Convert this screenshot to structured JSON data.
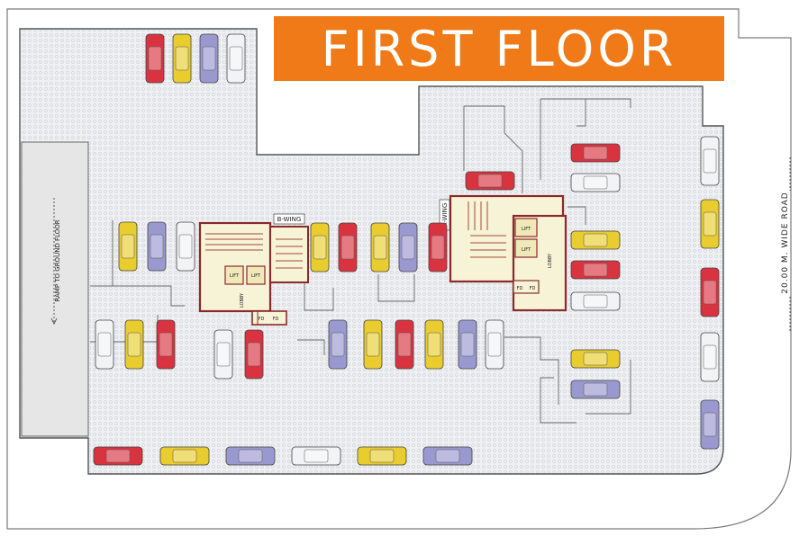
{
  "title": "FIRST FLOOR",
  "labels": {
    "ramp": "RAMP TO GROUND FLOOR",
    "road": "20.00 M. WIDE ROAD",
    "wing_b": "B-WING",
    "wing_a": "A-WING",
    "lift": "LIFT",
    "lobby": "LOBBY",
    "fd": "FD"
  },
  "colors": {
    "banner": "#ef7a17",
    "floor_fill": "#e9ecef",
    "outline": "#555555",
    "core_fill": "#f7f3d6",
    "core_wall": "#8a2a2a",
    "car_red": "#d93340",
    "car_yellow": "#e9cc2e",
    "car_blue": "#9a99cf",
    "car_white": "#f1f3f4"
  },
  "cars": {
    "top_left": [
      "red",
      "yellow",
      "blue",
      "white"
    ],
    "left_row": [
      "yellow",
      "blue",
      "white"
    ],
    "center_top_row": [
      "yellow",
      "red",
      "yellow",
      "blue",
      "red"
    ],
    "mid_center": "red",
    "left_lower": [
      "white",
      "yellow",
      "red"
    ],
    "core_bottom": [
      "white",
      "red"
    ],
    "center_lower": [
      "blue",
      "yellow",
      "red",
      "yellow",
      "blue",
      "white"
    ],
    "bottom_row": [
      "red",
      "yellow",
      "blue",
      "white",
      "yellow",
      "blue"
    ],
    "right_column": [
      "red",
      "white",
      "yellow",
      "red",
      "white",
      "yellow",
      "blue"
    ],
    "far_right": [
      "white",
      "yellow",
      "red",
      "white",
      "blue"
    ]
  }
}
